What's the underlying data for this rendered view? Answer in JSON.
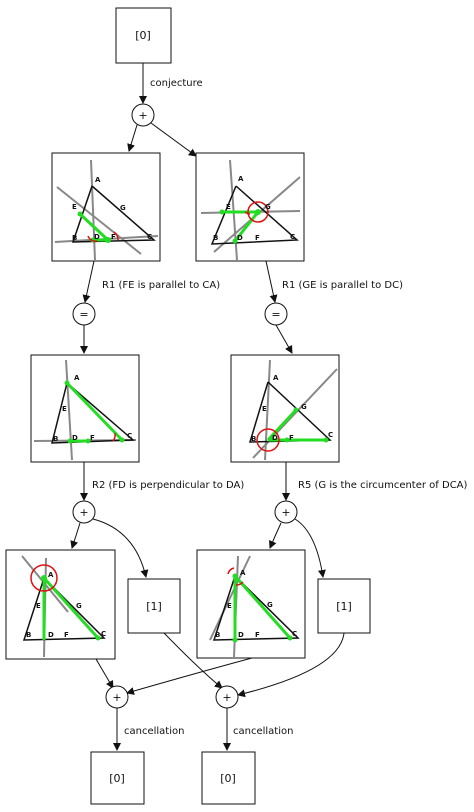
{
  "nodes": {
    "top": "[0]",
    "one_left": "[1]",
    "one_right": "[1]",
    "bottom_left": "[0]",
    "bottom_right": "[0]"
  },
  "operators": {
    "plus": "+",
    "equals": "="
  },
  "edge_labels": {
    "conjecture": "conjecture",
    "r1_fe": "R1 (FE is parallel to CA)",
    "r1_ge": "R1 (GE is parallel to DC)",
    "r2": "R2 (FD is perpendicular to DA)",
    "r5": "R5 (G is the circumcenter of DCA)",
    "cancel_left": "cancellation",
    "cancel_right": "cancellation"
  },
  "points": {
    "A": "A",
    "B": "B",
    "C": "C",
    "D": "D",
    "E": "E",
    "F": "F",
    "G": "G"
  },
  "colors": {
    "highlight": "#22dd22",
    "angle": "#dd1111",
    "line": "#111111",
    "aux_line": "#888888"
  }
}
